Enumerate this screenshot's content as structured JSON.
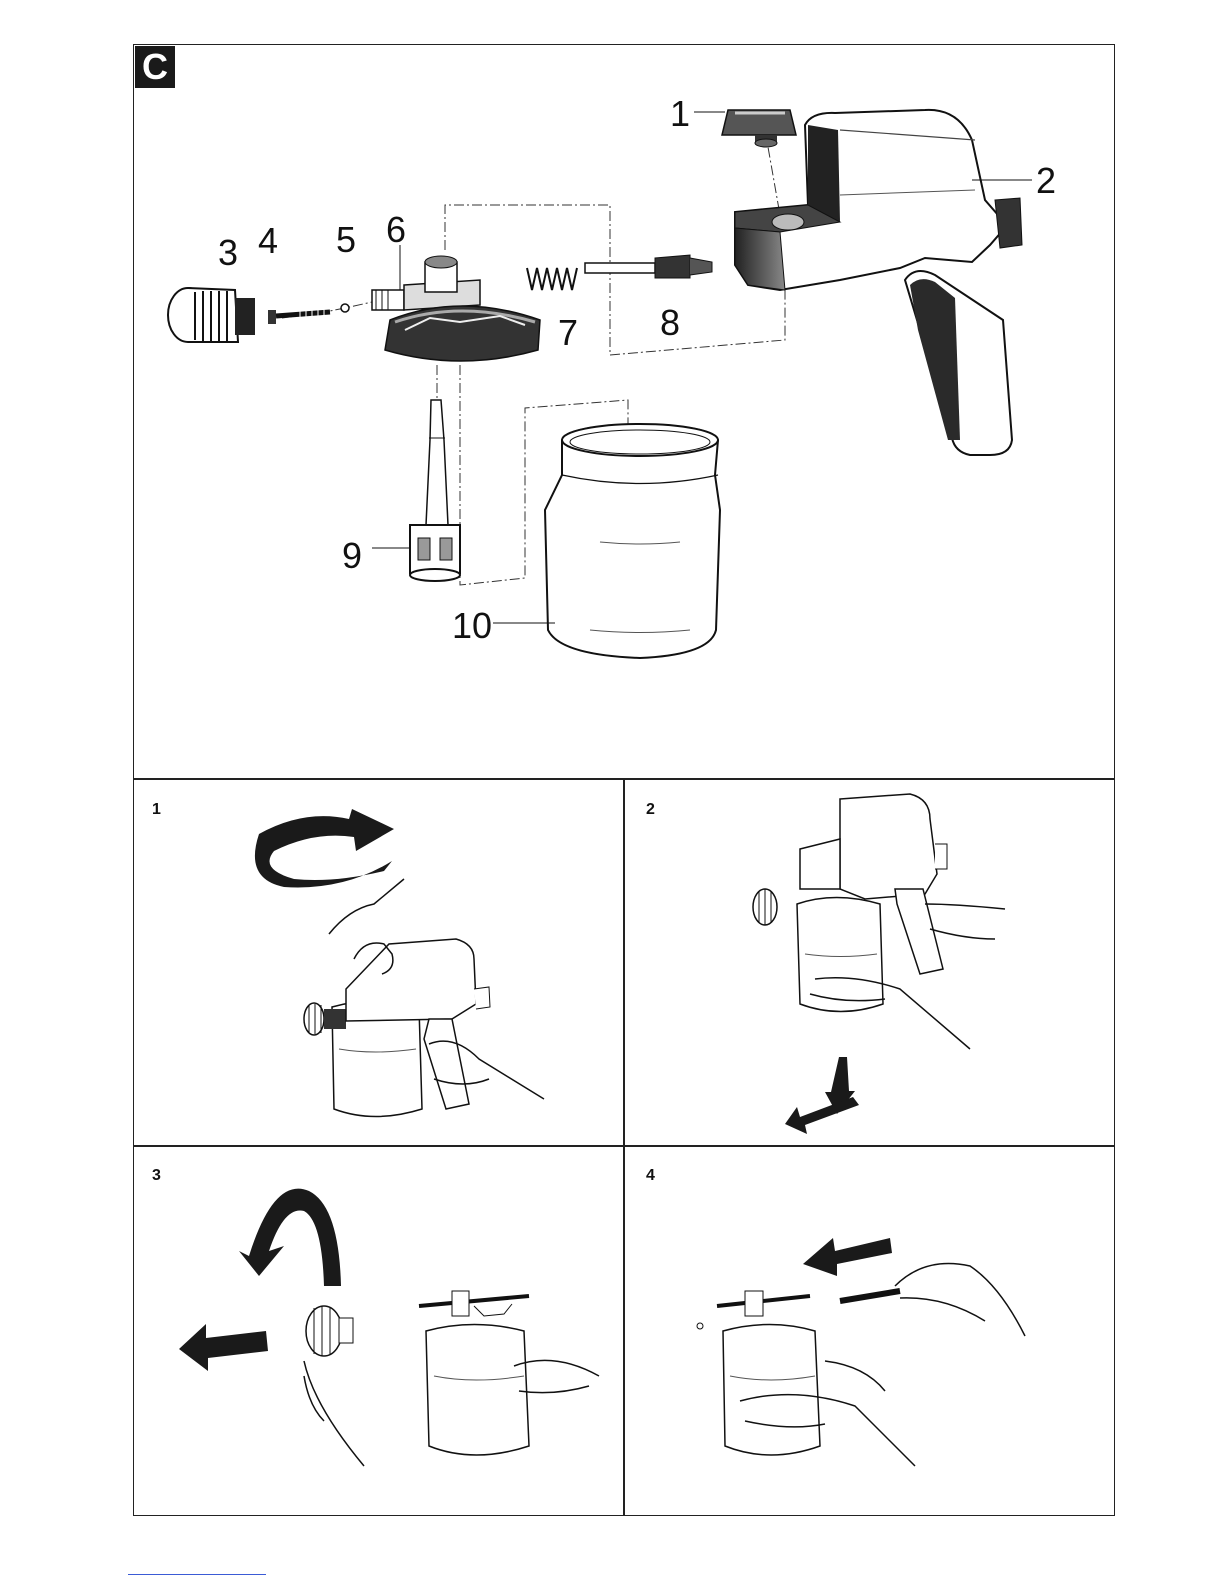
{
  "section_badge": "C",
  "callouts": [
    "1",
    "2",
    "3",
    "4",
    "5",
    "6",
    "7",
    "8",
    "9",
    "10"
  ],
  "panels": [
    {
      "label": "1"
    },
    {
      "label": "2"
    },
    {
      "label": "3"
    },
    {
      "label": "4"
    }
  ]
}
